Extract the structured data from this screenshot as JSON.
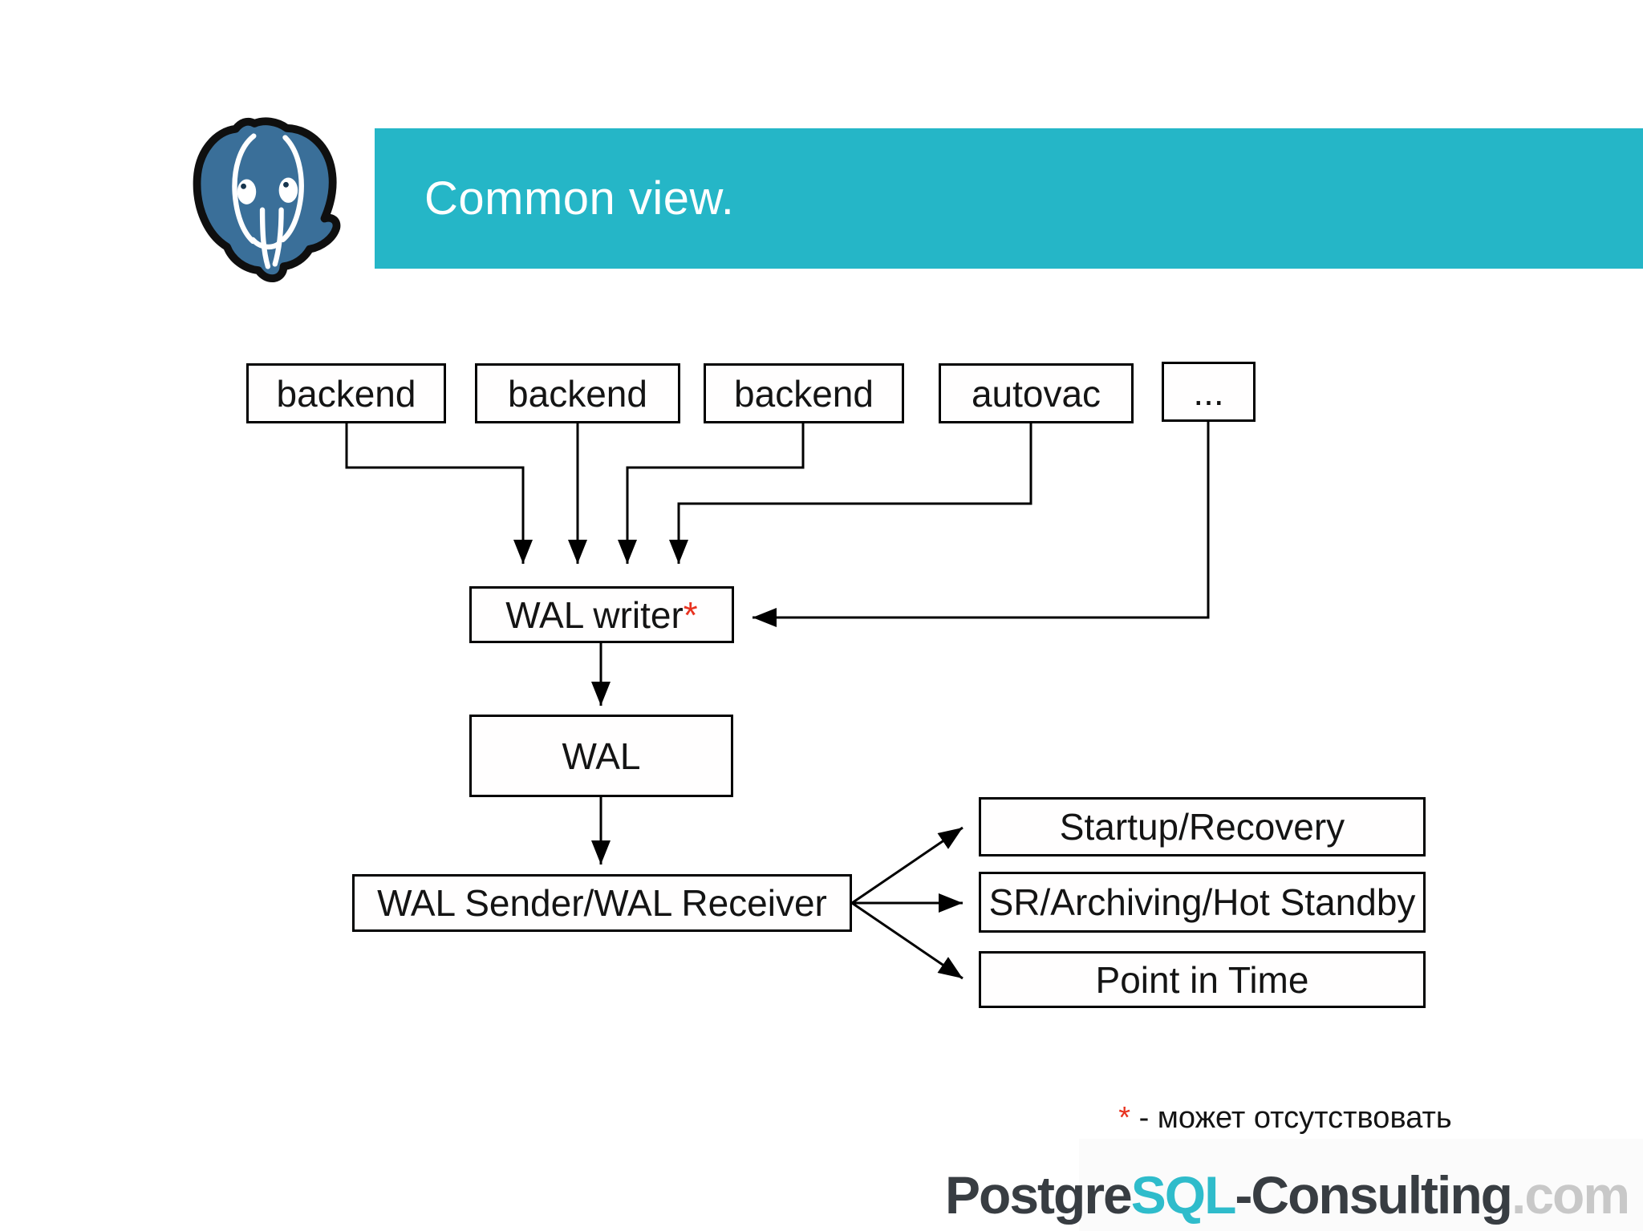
{
  "header": {
    "title": "Common view."
  },
  "diagram": {
    "top_row": [
      {
        "label": "backend"
      },
      {
        "label": "backend"
      },
      {
        "label": "backend"
      },
      {
        "label": "autovac"
      },
      {
        "label": "..."
      }
    ],
    "wal_writer": {
      "label": "WAL writer",
      "asterisk": "*"
    },
    "wal": {
      "label": "WAL"
    },
    "wal_sender_receiver": {
      "label": "WAL Sender/WAL Receiver"
    },
    "targets": [
      {
        "label": "Startup/Recovery"
      },
      {
        "label": "SR/Archiving/Hot Standby"
      },
      {
        "label": "Point in Time"
      }
    ]
  },
  "footnote": {
    "asterisk": "*",
    "text": " - может отсутствовать"
  },
  "brand": {
    "part1": "Postgre",
    "part2": "SQL",
    "part3": "-Consulting",
    "part4": ".com"
  },
  "icons": {
    "logo": "postgresql-elephant"
  },
  "colors": {
    "header_teal": "#25b6c7",
    "asterisk_red": "#e8321f",
    "elephant_blue": "#3a6f99",
    "brand_dark": "#383d42",
    "brand_teal": "#2fbccb",
    "brand_gray": "#c8c8c8",
    "line_black": "#000000"
  }
}
